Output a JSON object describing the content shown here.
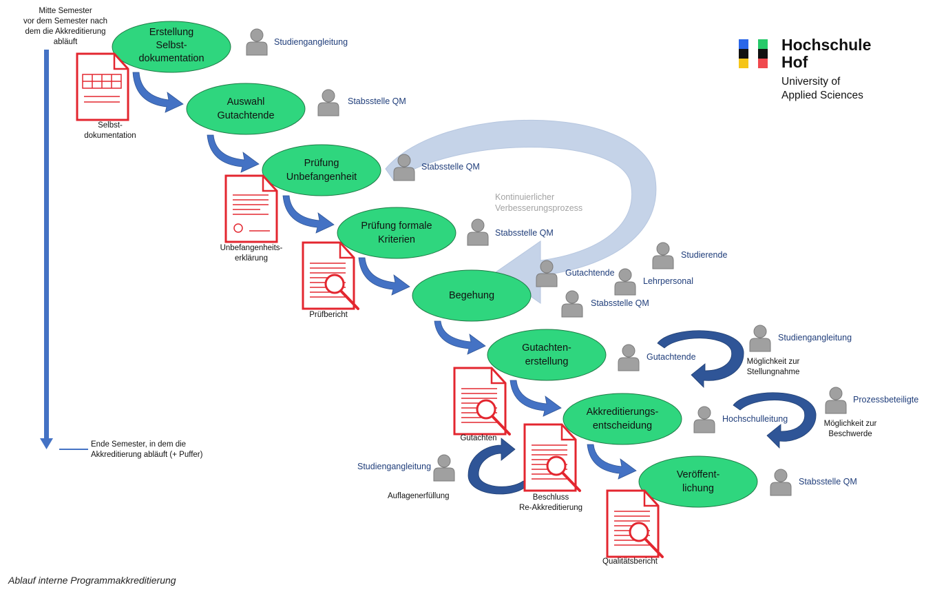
{
  "timeline": {
    "start_label": [
      "Mitte Semester",
      "vor dem Semester nach",
      "dem die Akkreditierung",
      "abläuft"
    ],
    "end_label": [
      "Ende Semester, in dem die",
      "Akkreditierung abläuft (+ Puffer)"
    ]
  },
  "steps": [
    {
      "lines": [
        "Erstellung",
        "Selbst-",
        "dokumentation"
      ]
    },
    {
      "lines": [
        "Auswahl",
        "Gutachtende"
      ]
    },
    {
      "lines": [
        "Prüfung",
        "Unbefangenheit"
      ]
    },
    {
      "lines": [
        "Prüfung formale",
        "Kriterien"
      ]
    },
    {
      "lines": [
        "Begehung"
      ]
    },
    {
      "lines": [
        "Gutachten-",
        "erstellung"
      ]
    },
    {
      "lines": [
        "Akkreditierungs-",
        "entscheidung"
      ]
    },
    {
      "lines": [
        "Veröffent-",
        "lichung"
      ]
    }
  ],
  "roles": [
    "Studiengangleitung",
    "Stabsstelle QM",
    "Stabsstelle QM",
    "Stabsstelle QM",
    "Studierende",
    "Gutachtende",
    "Lehrpersonal",
    "Stabsstelle QM",
    "Studiengangleitung",
    "Gutachtende",
    "Prozessbeteiligte",
    "Hochschulleitung",
    "Studiengangleitung",
    "Stabsstelle QM"
  ],
  "documents": [
    {
      "lines": [
        "Selbst-",
        "dokumentation"
      ]
    },
    {
      "lines": [
        "Unbefangenheits-",
        "erklärung"
      ]
    },
    {
      "lines": [
        "Prüfbericht"
      ]
    },
    {
      "lines": [
        "Gutachten"
      ]
    },
    {
      "lines": [
        "Beschluss",
        "Re-Akkreditierung"
      ]
    },
    {
      "lines": [
        "Qualitätsbericht"
      ]
    }
  ],
  "notes": {
    "kvp": [
      "Kontinuierlicher",
      "Verbesserungsprozess"
    ],
    "stellungnahme": [
      "Möglichkeit zur",
      "Stellungnahme"
    ],
    "beschwerde": [
      "Möglichkeit zur",
      "Beschwerde"
    ],
    "auflagen": "Auflagenerfüllung"
  },
  "logo": {
    "name_line1": "Hochschule",
    "name_line2": "Hof",
    "sub_line1": "University of",
    "sub_line2": "Applied Sciences"
  },
  "caption": "Ablauf interne Programmakkreditierung",
  "colors": {
    "ellipse": "#2fd67e",
    "ellipse_border": "#1e7a45",
    "arrow": "#4472c4",
    "arrow_dark": "#2f5597",
    "loop_light": "#c5d3e8",
    "document": "#e3262f",
    "person": "#a0a0a0",
    "role_text": "#1f3d7a",
    "timeline": "#4472c4"
  }
}
